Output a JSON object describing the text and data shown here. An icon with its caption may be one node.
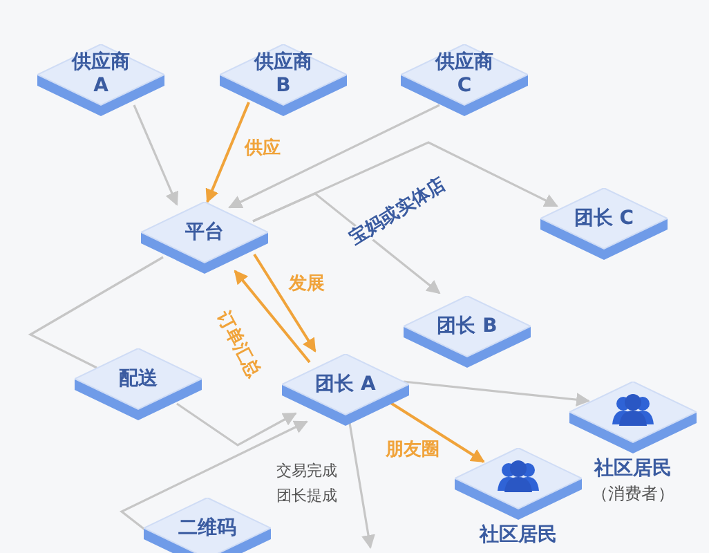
{
  "diagram": {
    "nodes": [
      {
        "text": [
          "供应商 A"
        ]
      },
      {
        "text": [
          "供应商 B"
        ]
      },
      {
        "text": [
          "供应商 C"
        ]
      },
      {
        "text": [
          "团长 C"
        ]
      },
      {
        "text": [
          "平台"
        ]
      },
      {
        "text": [
          "团长 B"
        ]
      },
      {
        "text": [
          "配送"
        ]
      },
      {
        "text": [
          "团长 A"
        ]
      },
      {
        "text": [
          "社区居民",
          "（消费者）"
        ]
      },
      {
        "text": [
          "社区居民"
        ]
      },
      {
        "text": [
          "二维码"
        ]
      }
    ],
    "edges": [
      {
        "from": 0,
        "to": 4,
        "arrow": "to"
      },
      {
        "from": 1,
        "to": 4,
        "arrow": "to",
        "label": "供应",
        "color": "#f0a33a"
      },
      {
        "from": 2,
        "to": 4,
        "arrow": "to"
      },
      {
        "from": 4,
        "to": 3,
        "arrow": "to"
      },
      {
        "from": 4,
        "to": 5,
        "arrow": "to",
        "label": "宝妈或实体店"
      },
      {
        "from": 4,
        "to": 7,
        "arrow": "to",
        "label": "发展",
        "color": "#f0a33a"
      },
      {
        "from": 7,
        "to": 4,
        "arrow": "to",
        "label": "订单汇总",
        "color": "#f0a33a"
      },
      {
        "from": 4,
        "to": 6,
        "arrow": "none"
      },
      {
        "from": 6,
        "to": 7,
        "arrow": "to"
      },
      {
        "from": 7,
        "to": 8,
        "arrow": "to"
      },
      {
        "from": 7,
        "to": 9,
        "arrow": "to",
        "label": "朋友圈",
        "color": "#f0a33a"
      },
      {
        "from": 7,
        "to": null,
        "arrow": "to"
      },
      {
        "from": 10,
        "to": 7,
        "arrow": "to"
      }
    ],
    "labels": [
      "交易完成",
      "团长提成"
    ]
  }
}
